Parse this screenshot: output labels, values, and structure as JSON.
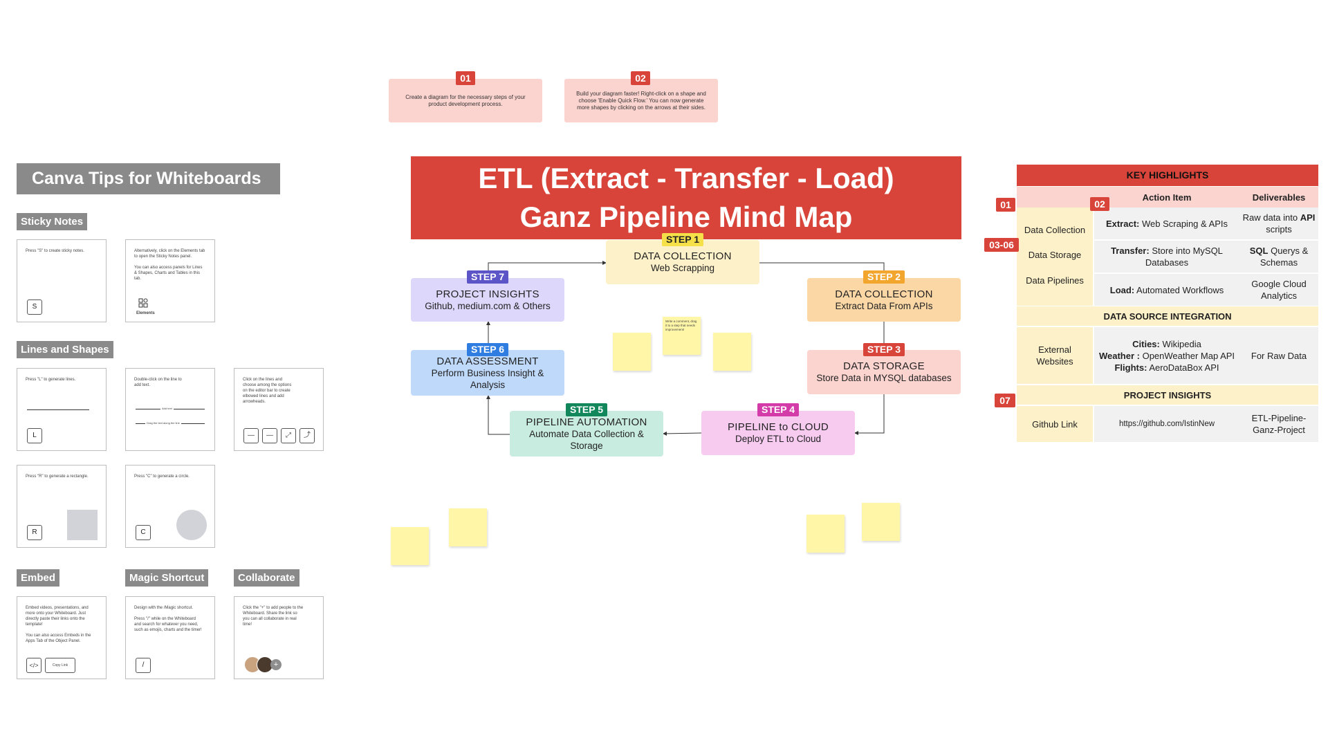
{
  "colors": {
    "accent_red": "#d8443a",
    "step1": "#fdf1c9",
    "step2": "#fbd7a6",
    "step3": "#fbd3cf",
    "step4": "#f7cbf0",
    "step5": "#c9ece1",
    "step6": "#bfd9fb",
    "step7": "#ddd7fb",
    "sticky": "#fff6a8"
  },
  "tips": {
    "tip1_num": "01",
    "tip1_text": "Create a diagram for the necessary steps of your product development process.",
    "tip2_num": "02",
    "tip2_text": "Build your diagram faster! Right-click on a shape and choose 'Enable Quick Flow.' You can now generate more shapes by clicking on the arrows at their sides."
  },
  "left_panel": {
    "title": "Canva Tips for Whiteboards",
    "sticky_label": "Sticky Notes",
    "sticky_card1": "Press \"S\" to create sticky notes.",
    "sticky_card1_key": "S",
    "sticky_card2": "Alternatively, click on the Elements tab to open the Sticky Notes panel.\n\nYou can also access panels for Lines & Shapes, Charts and Tables in this tab.",
    "sticky_card2_caption": "Elements",
    "lines_label": "Lines and Shapes",
    "lines_card1": "Press \"L\" to generate lines.",
    "lines_card1_key": "L",
    "lines_card2": "Double-click on the line to add text.",
    "lines_card2_a": "Add text",
    "lines_card2_b": "Drag the text along the line",
    "lines_card3": "Click on the lines and choose among the options on the editor bar to create elbowed lines and add arrowheads.",
    "rect_card": "Press \"R\" to generate a rectangle.",
    "rect_key": "R",
    "circle_card": "Press \"C\" to generate a circle.",
    "circle_key": "C",
    "embed_label": "Embed",
    "embed_card": "Embed videos, presentations, and more onto your Whiteboard. Just directly paste their links onto the template!\n\nYou can also access Embeds in the Apps Tab of the Object Panel.",
    "embed_code": "</>",
    "embed_copy": "Copy Link",
    "magic_label": "Magic Shortcut",
    "magic_card": "Design with the /Magic shortcut.\n\nPress \"/\" while on the Whiteboard and search for whatever you need, such as emojis, charts and the timer!",
    "magic_key": "/",
    "collab_label": "Collaborate",
    "collab_card": "Click the \"+\" to add people to the Whiteboard. Share the link so you can all collaborate in real time!",
    "collab_plus": "+"
  },
  "banner": {
    "line1": "ETL (Extract - Transfer - Load)",
    "line2": "Ganz Pipeline Mind Map"
  },
  "steps": [
    {
      "badge": "STEP 1",
      "title": "DATA COLLECTION",
      "sub": "Web Scrapping"
    },
    {
      "badge": "STEP 2",
      "title": "DATA COLLECTION",
      "sub": "Extract Data From APIs"
    },
    {
      "badge": "STEP 3",
      "title": "DATA STORAGE",
      "sub": "Store Data in MYSQL databases"
    },
    {
      "badge": "STEP 4",
      "title": "PIPELINE to CLOUD",
      "sub": "Deploy ETL to Cloud"
    },
    {
      "badge": "STEP 5",
      "title": "PIPELINE AUTOMATION",
      "sub": "Automate Data Collection & Storage"
    },
    {
      "badge": "STEP 6",
      "title": "DATA ASSESSMENT",
      "sub": "Perform Business Insight & Analysis"
    },
    {
      "badge": "STEP 7",
      "title": "PROJECT INSIGHTS",
      "sub": "Github, medium.com & Others"
    }
  ],
  "sticky_small_text": "Write a comment, drag it to a step that needs improvement!",
  "table": {
    "title": "KEY HIGHLIGHTS",
    "col_action": "Action Item",
    "col_deliv": "Deliverables",
    "badges": {
      "b01": "01",
      "b02": "02",
      "b0306": "03-06",
      "b07": "07"
    },
    "left_col": [
      "Data Collection",
      "Data Storage",
      "Data Pipelines"
    ],
    "rows": [
      {
        "action_bold": "Extract:",
        "action": " Web Scraping & APIs",
        "deliv": "Raw data into ",
        "deliv_bold": "API",
        "deliv_tail": " scripts"
      },
      {
        "action_bold": "Transfer:",
        "action": " Store into MySQL Databases",
        "deliv_bold": "SQL",
        "deliv": " Querys & Schemas"
      },
      {
        "action_bold": "Load:",
        "action": " Automated Workflows",
        "deliv": "Google Cloud Analytics"
      }
    ],
    "dsi_title": "DATA SOURCE INTEGRATION",
    "dsi_left": "External Websites",
    "dsi_cities_b": "Cities:",
    "dsi_cities": " Wikipedia",
    "dsi_weather_b": "Weather :",
    "dsi_weather": " OpenWeather Map API",
    "dsi_flights_b": "Flights:",
    "dsi_flights": " AeroDataBox API",
    "dsi_deliv": "For Raw Data",
    "pi_title": "PROJECT INSIGHTS",
    "pi_left": "Github Link",
    "pi_link": "https://github.com/IstinNew",
    "pi_deliv": "ETL-Pipeline-Ganz-Project"
  }
}
